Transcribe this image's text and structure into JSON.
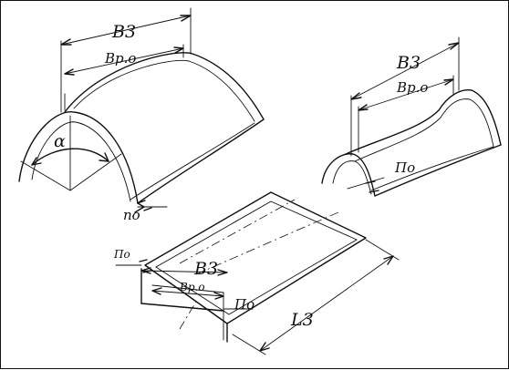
{
  "labels": {
    "arch_width": "B3",
    "arch_inner_width": "Bp.o",
    "arch_angle": "α",
    "arch_edge": "по",
    "wave_width": "B3",
    "wave_inner_width": "Bp.o",
    "wave_edge": "По",
    "sheet_edge_left": "По",
    "sheet_width": "B3",
    "sheet_inner_width": "Bp.o",
    "sheet_edge_right": "По",
    "sheet_length": "L3"
  }
}
